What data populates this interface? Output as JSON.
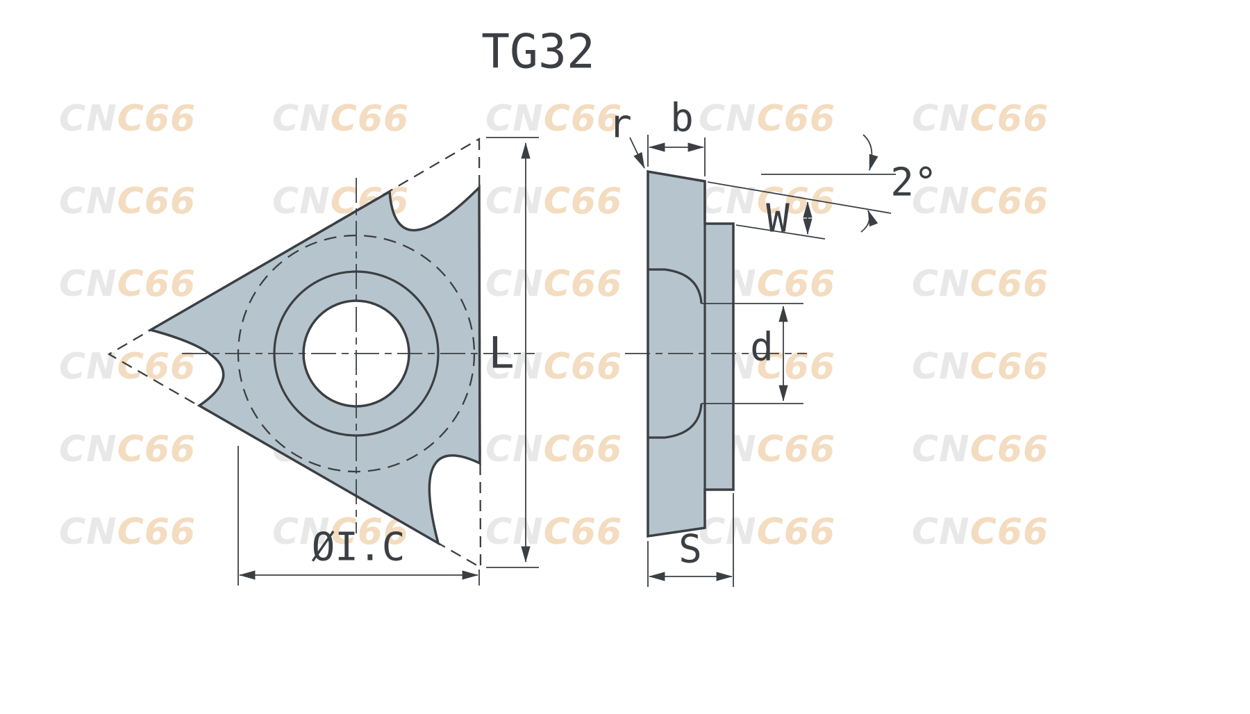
{
  "title": "TG32",
  "watermark": {
    "prefix": "CN",
    "suffix": "C66"
  },
  "colors": {
    "line": "#3b3f43",
    "insert_fill": "#b6c4cd",
    "wm_gray": "#e8e8e8",
    "wm_orange": "#f3dcc0",
    "bg": "#ffffff"
  },
  "front_view": {
    "length_label": "L",
    "inscribed_circle_label": "ØI.C"
  },
  "side_view": {
    "corner_radius_label": "r",
    "top_land_label": "b",
    "relief_angle_label": "2°",
    "edge_width_label": "W",
    "hole_diameter_label": "d",
    "thickness_label": "S"
  }
}
